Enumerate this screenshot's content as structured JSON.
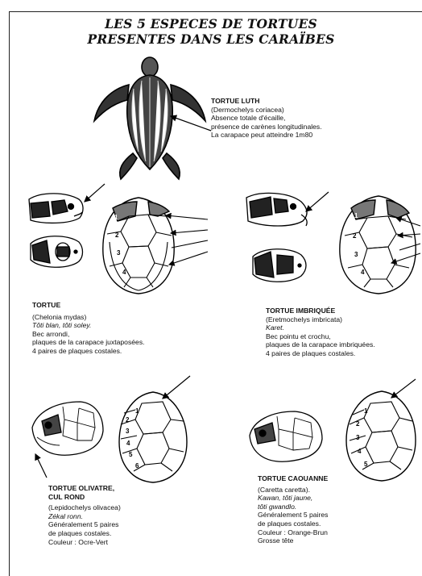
{
  "title": {
    "line1": "LES 5 ESPECES DE TORTUES",
    "line2": "PRESENTES DANS LES CARAÏBES"
  },
  "luth": {
    "name": "TORTUE LUTH",
    "scientific": "(Dermochelys coriacea)",
    "line1": "Absence totale d'écaille,",
    "line2": "présence de carènes longitudinales.",
    "line3": "La carapace peut atteindre 1m80"
  },
  "verte": {
    "name": "TORTUE",
    "scientific": "(Chelonia mydas)",
    "local": "Tôti blan, tôti soley.",
    "line1": "Bec arrondi,",
    "line2": "plaques de la carapace juxtaposées.",
    "line3": "4 paires de plaques costales.",
    "shell_numbers": [
      "1",
      "2",
      "3",
      "4"
    ]
  },
  "imbriquee": {
    "name": "TORTUE IMBRIQUÉE",
    "scientific": "(Eretmochelys imbricata)",
    "local": "Karet.",
    "line1": "Bec pointu et crochu,",
    "line2": "plaques de la carapace imbriquées.",
    "line3": "4 paires de plaques costales.",
    "shell_numbers": [
      "1",
      "2",
      "3",
      "4"
    ]
  },
  "olivatre": {
    "name1": "TORTUE OLIVATRE,",
    "name2": "CUL ROND",
    "scientific": "(Lepidochelys olivacea)",
    "local": "Zékal ronn.",
    "line1": "Généralement 5 paires",
    "line2": "de plaques costales.",
    "line3": "Couleur : Ocre-Vert",
    "shell_numbers": [
      "1",
      "2",
      "3",
      "4",
      "5",
      "6"
    ]
  },
  "caouanne": {
    "name": "TORTUE CAOUANNE",
    "scientific": "(Caretta caretta).",
    "local1": "Kawan, tôti jaune,",
    "local2": "tôti gwandlo.",
    "line1": "Généralement 5 paires",
    "line2": "de plaques costales.",
    "line3": "Couleur : Orange-Brun",
    "line4": "Grosse tête",
    "shell_numbers": [
      "1",
      "2",
      "3",
      "4",
      "5"
    ]
  }
}
